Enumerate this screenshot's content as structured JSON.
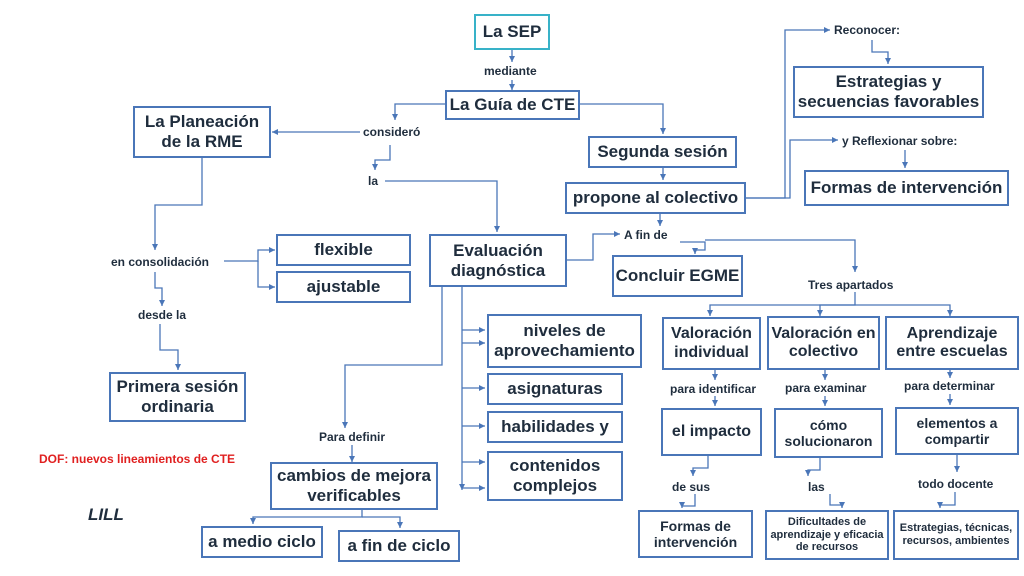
{
  "nodes": {
    "sep": "La SEP",
    "guia": "La Guía de CTE",
    "planeacion": "La Planeación de la RME",
    "segunda": "Segunda sesión",
    "propone": "propone al colectivo",
    "estrategias": "Estrategias y secuencias favorables",
    "formas_top": "Formas de intervención",
    "flexible": "flexible",
    "ajustable": "ajustable",
    "evaluacion": "Evaluación diagnóstica",
    "concluir": "Concluir EGME",
    "primera": "Primera sesión ordinaria",
    "niveles": "niveles de aprovechamiento",
    "asignaturas": "asignaturas",
    "habilidades": "habilidades y",
    "contenidos": "contenidos complejos",
    "val_ind": "Valoración individual",
    "val_col": "Valoración en colectivo",
    "aprendizaje": "Aprendizaje entre escuelas",
    "impacto": "el impacto",
    "como": "cómo solucionaron",
    "elementos": "elementos a compartir",
    "formas_bottom": "Formas de intervención",
    "dificultades": "Dificultades de aprendizaje y eficacia de recursos",
    "estrategias_bottom": "Estrategias, técnicas, recursos, ambientes",
    "cambios": "cambios de mejora verificables",
    "medio": "a medio ciclo",
    "fin": "a fin de ciclo"
  },
  "labels": {
    "mediante": "mediante",
    "considero": "consideró",
    "la": "la",
    "reconocer": "Reconocer:",
    "reflexionar": "y Reflexionar sobre:",
    "en_consolidacion": "en consolidación",
    "desde_la": "desde la",
    "a_fin_de": "A fin de",
    "tres_apartados": "Tres apartados",
    "para_identificar": "para identificar",
    "para_examinar": "para examinar",
    "para_determinar": "para determinar",
    "de_sus": "de sus",
    "las": "las",
    "todo_docente": "todo docente",
    "para_definir": "Para definir",
    "dof": "DOF: nuevos lineamientos de CTE",
    "signature": "LILL"
  },
  "colors": {
    "box_border": "#4a76b8",
    "root_border": "#38b2c8",
    "connector": "#4a76b8",
    "text": "#1f2d3d",
    "dof_text": "#e02020"
  }
}
